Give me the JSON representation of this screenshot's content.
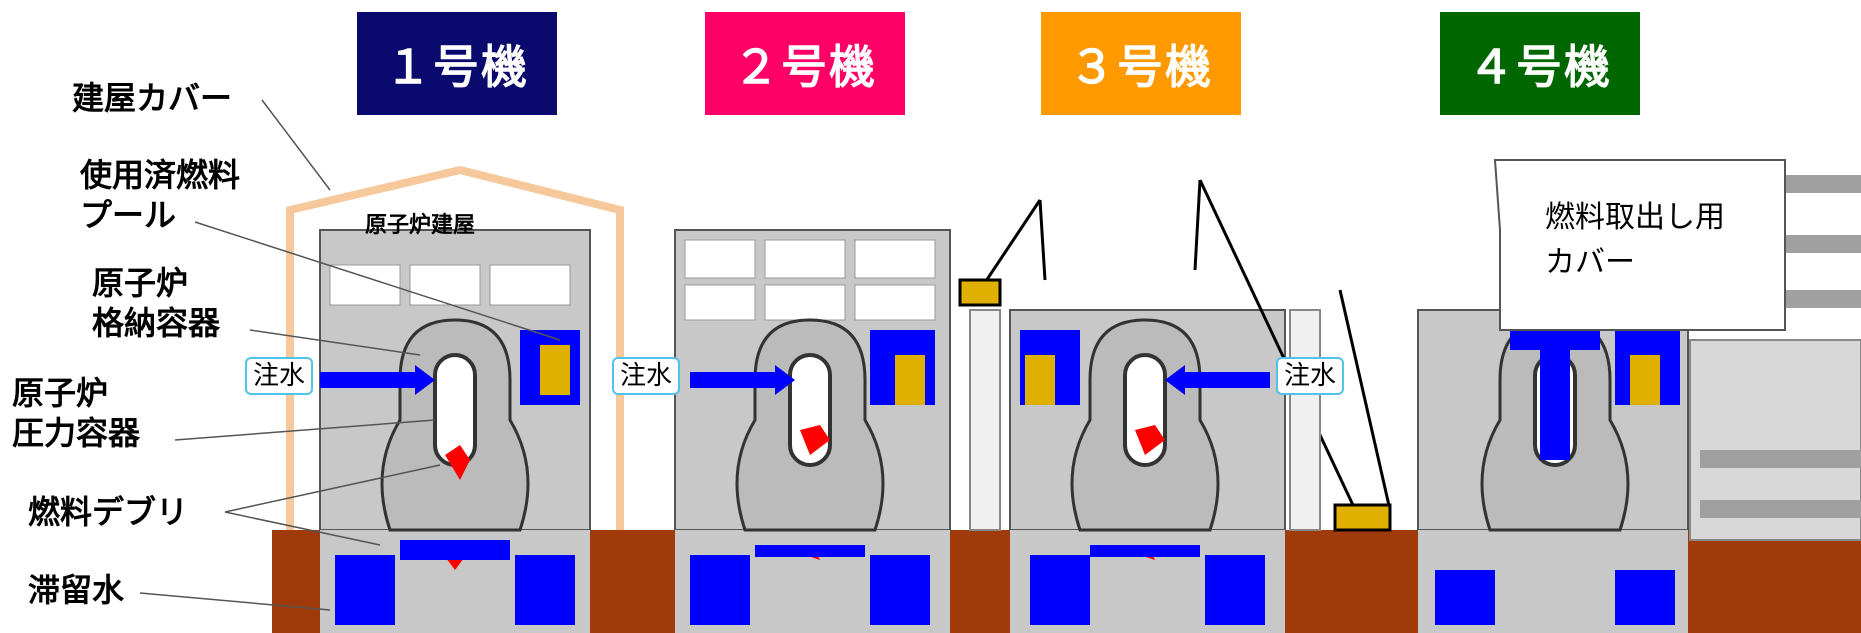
{
  "units": [
    {
      "label": "１号機",
      "color": "#0a0a6e"
    },
    {
      "label": "２号機",
      "color": "#ff0066"
    },
    {
      "label": "３号機",
      "color": "#ff9900"
    },
    {
      "label": "４号機",
      "color": "#006600"
    }
  ],
  "labels": {
    "building_cover": "建屋カバー",
    "spent_fuel_pool_1": "使用済燃料",
    "spent_fuel_pool_2": "プール",
    "containment_1": "原子炉",
    "containment_2": "格納容器",
    "pressure_vessel_1": "原子炉",
    "pressure_vessel_2": "圧力容器",
    "fuel_debris": "燃料デブリ",
    "stagnant_water": "滞留水",
    "reactor_building": "原子炉建屋",
    "fuel_removal_cover_1": "燃料取出し用",
    "fuel_removal_cover_2": "カバー"
  },
  "water_injection": {
    "label_unit1": "注水",
    "label_unit2": "注水",
    "label_unit3": "注水"
  },
  "colors": {
    "ground": "#a13a0a",
    "concrete": "#c8c8c8",
    "water": "#0000ff",
    "debris": "#ff0000",
    "fuel": "#e0b000",
    "cover_outline": "#f7c89b"
  }
}
